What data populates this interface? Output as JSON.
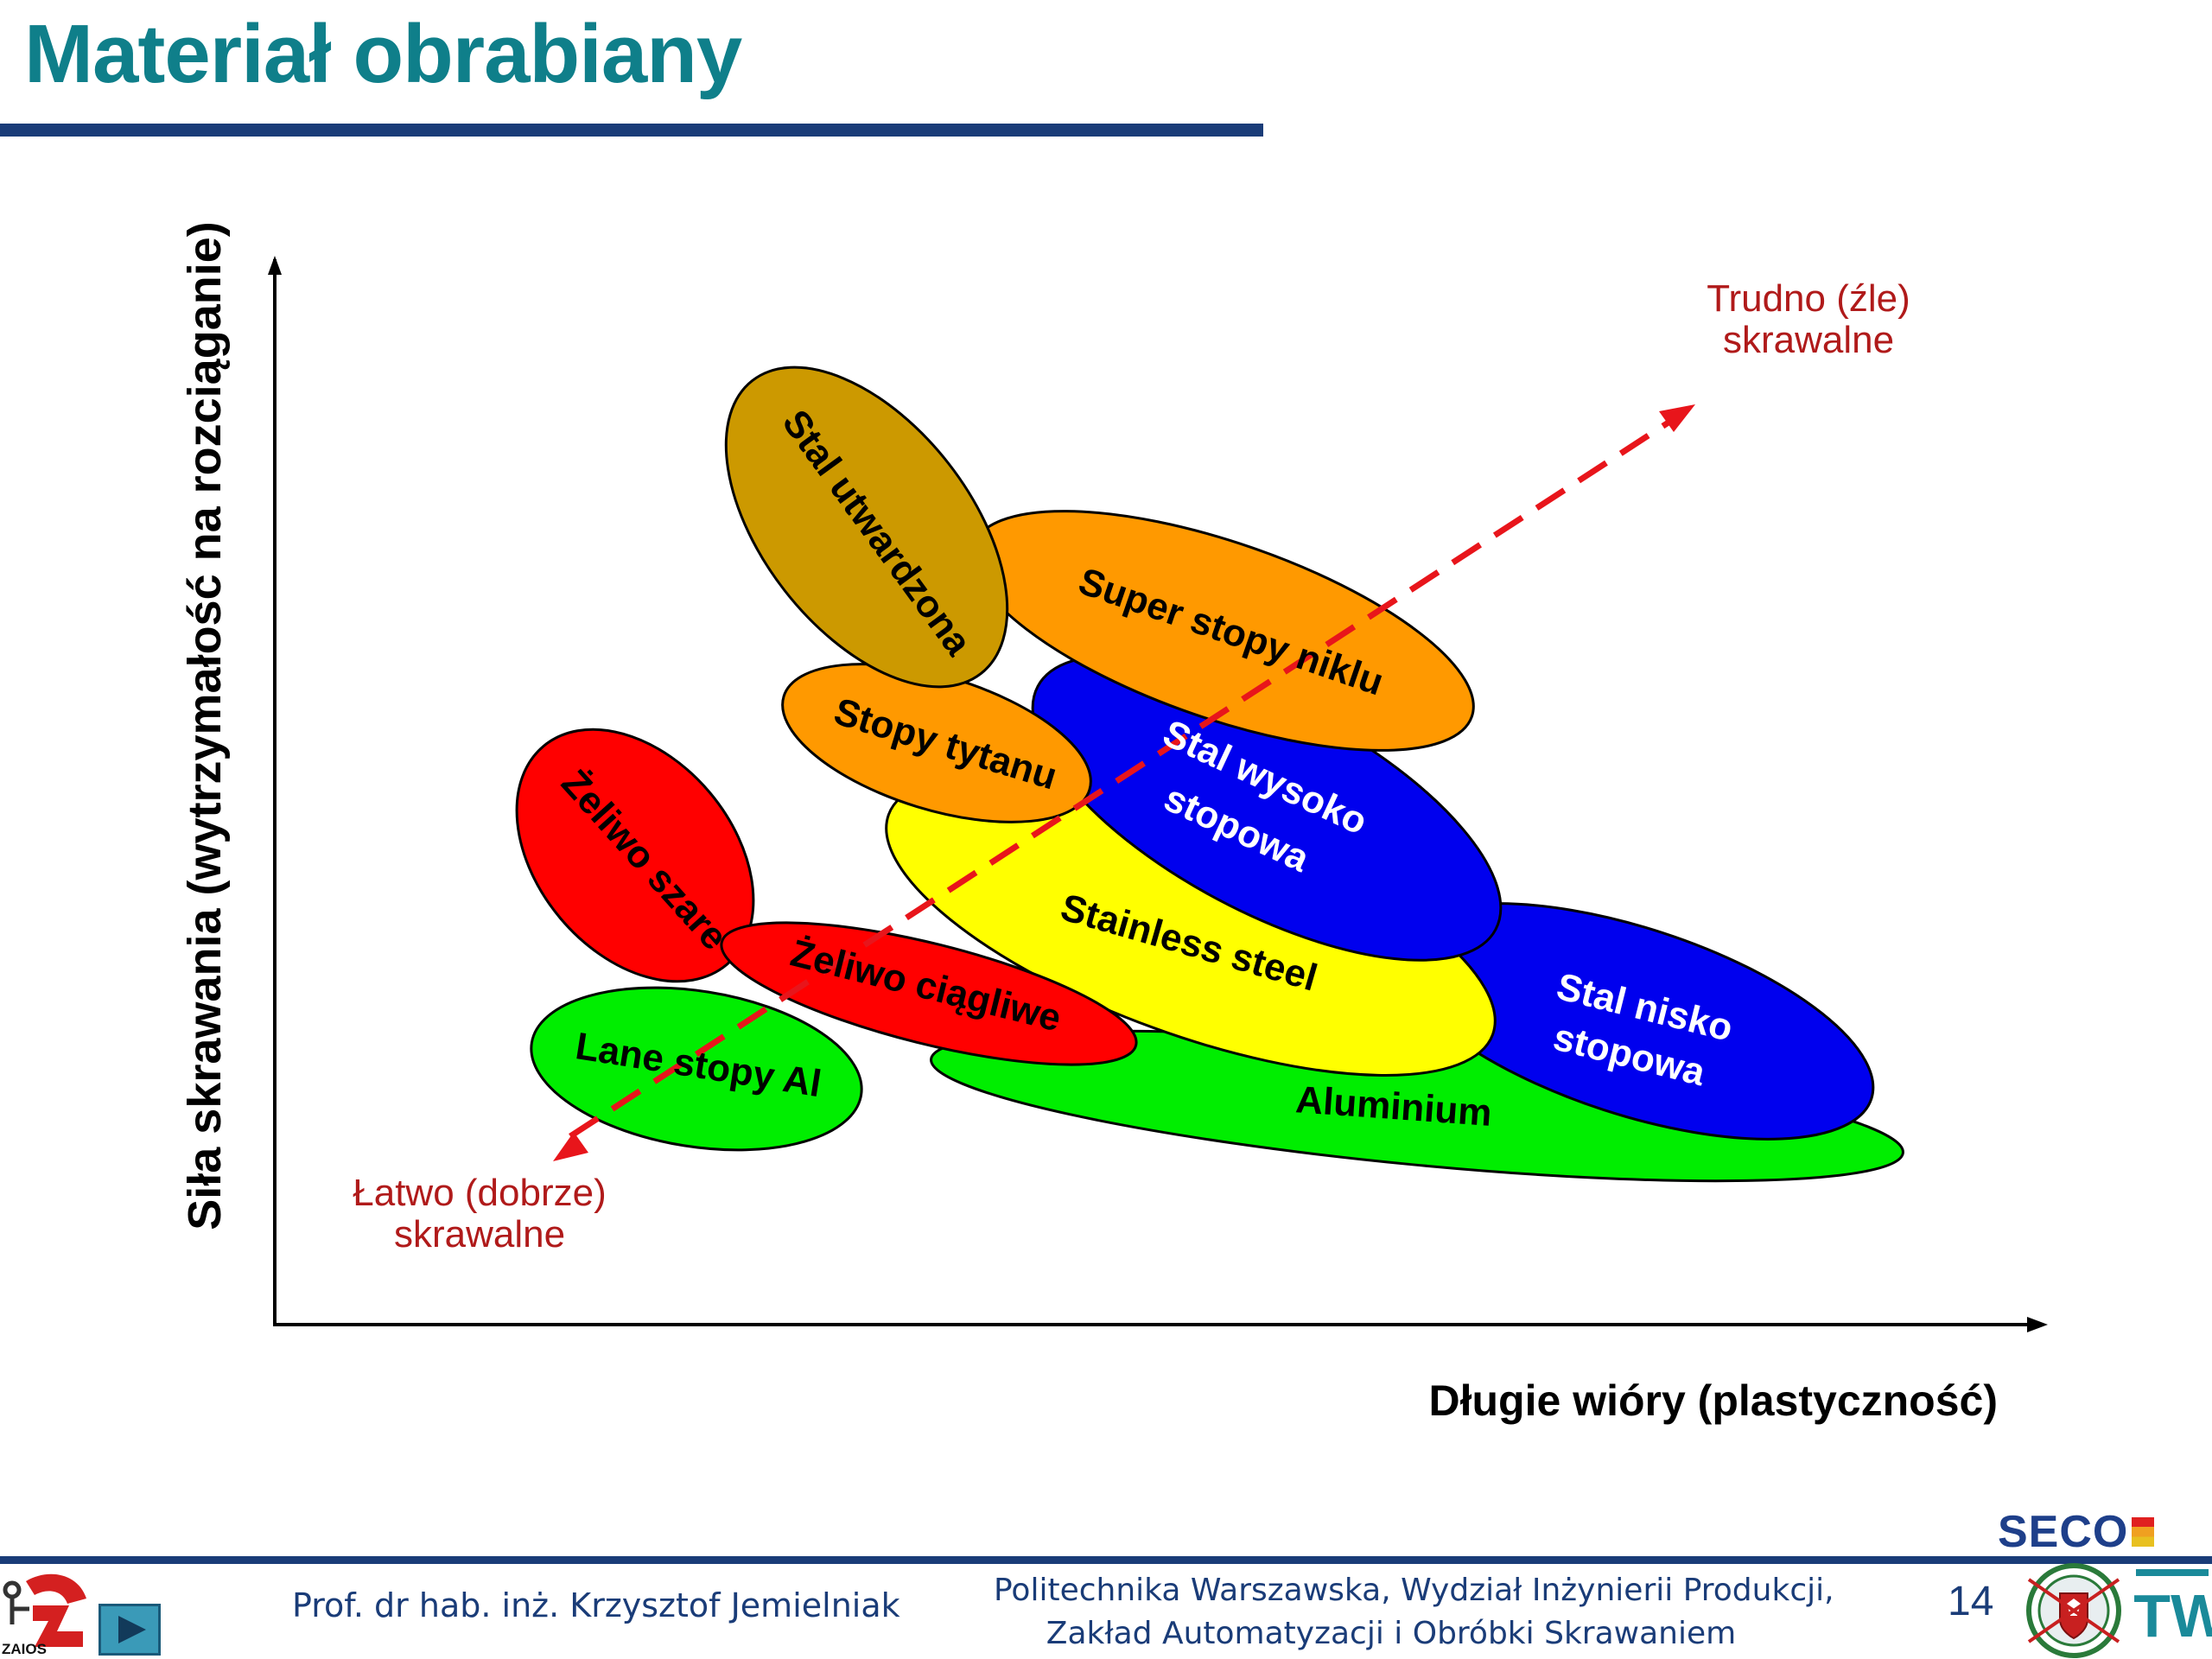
{
  "slide": {
    "title": "Materiał obrabiany",
    "page_number": "14"
  },
  "colors": {
    "title": "#0f7f8a",
    "rule": "#1a3c78",
    "arrow": "#e8151b",
    "annotation": "#b01a1a"
  },
  "diagram": {
    "y_axis_label": "Siła skrawania (wytrzymałość na rozciąganie)",
    "x_axis_label": "Długie wióry (plastyczność)",
    "hard_label": [
      "Trudno (źle)",
      "skrawalne"
    ],
    "easy_label": [
      "Łatwo (dobrze)",
      "skrawalne"
    ],
    "materials": [
      {
        "id": "aluminium",
        "lines": [
          "Aluminium"
        ],
        "fill": "#00ee00",
        "text_color": "#000000"
      },
      {
        "id": "stal-nisko",
        "lines": [
          "Stal nisko",
          "stopowa"
        ],
        "fill": "#0000ee",
        "text_color": "#ffffff"
      },
      {
        "id": "stainless",
        "lines": [
          "Stainless steel"
        ],
        "fill": "#ffff00",
        "text_color": "#000000"
      },
      {
        "id": "stal-wysoko",
        "lines": [
          "Stal wysoko",
          "stopowa"
        ],
        "fill": "#0000ee",
        "text_color": "#ffffff"
      },
      {
        "id": "stopy-tytanu",
        "lines": [
          "Stopy tytanu"
        ],
        "fill": "#ff9900",
        "text_color": "#000000"
      },
      {
        "id": "super-stopy",
        "lines": [
          "Super stopy niklu"
        ],
        "fill": "#ff9900",
        "text_color": "#000000"
      },
      {
        "id": "stal-utwardzona",
        "lines": [
          "Stal utwardzona"
        ],
        "fill": "#cc9900",
        "text_color": "#000000"
      },
      {
        "id": "zeliwo-szare",
        "lines": [
          "Żeliwo szare"
        ],
        "fill": "#ff0000",
        "text_color": "#000000"
      },
      {
        "id": "zeliwo-ciagliwe",
        "lines": [
          "Żeliwo ciągliwe"
        ],
        "fill": "#ff0000",
        "text_color": "#000000"
      },
      {
        "id": "lane-stopy",
        "lines": [
          "Lane stopy Al"
        ],
        "fill": "#00ee00",
        "text_color": "#000000"
      }
    ]
  },
  "footer": {
    "author": "Prof. dr hab. inż. Krzysztof Jemielniak",
    "institution_line1": "Politechnika Warszawska, Wydział Inżynierii Produkcji,",
    "institution_line2": "Zakład Automatyzacji i Obróbki Skrawaniem",
    "seco_logo": "SECO",
    "zaios_logo": "ZAIOS",
    "itw_logo": "ITW"
  }
}
